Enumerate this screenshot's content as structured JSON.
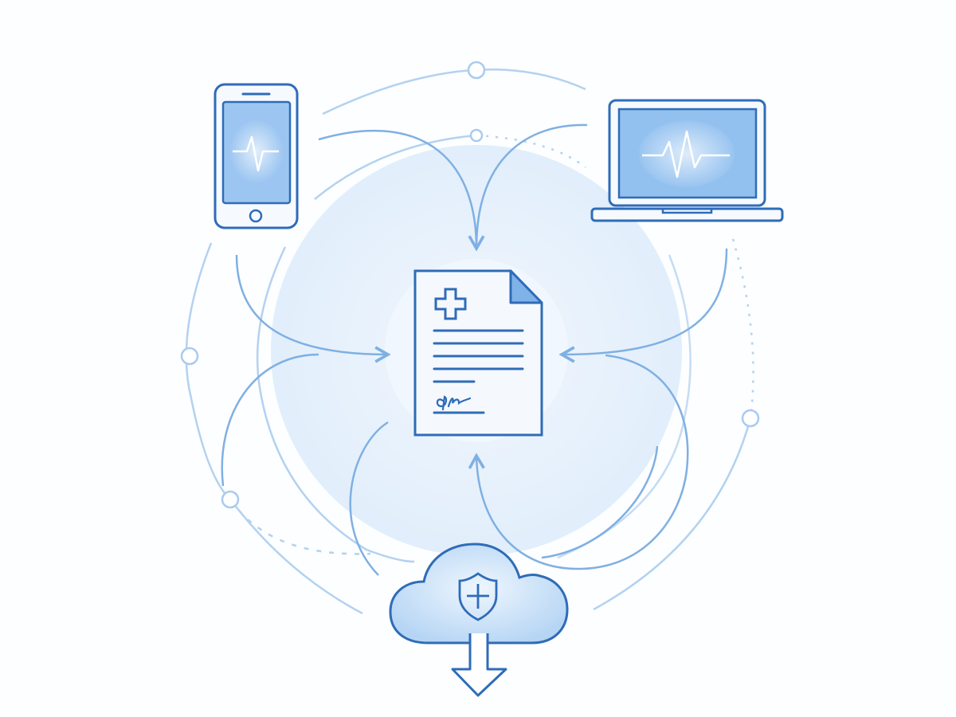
{
  "diagram": {
    "nodes": [
      {
        "id": "phone",
        "icon": "smartphone-heartbeat-icon"
      },
      {
        "id": "laptop",
        "icon": "laptop-heartbeat-icon"
      },
      {
        "id": "document",
        "icon": "signed-medical-record-icon"
      },
      {
        "id": "cloud",
        "icon": "secure-cloud-download-icon"
      }
    ],
    "edges": [
      {
        "from": "phone",
        "to": "document"
      },
      {
        "from": "laptop",
        "to": "document"
      },
      {
        "from": "cloud",
        "to": "document"
      }
    ],
    "colors": {
      "stroke": "#2f6cb8",
      "light_line": "#a9cbee",
      "screen_fill": "#9cc6f1",
      "halo": "#e5f0fb",
      "paper": "#f5f9fd"
    }
  }
}
